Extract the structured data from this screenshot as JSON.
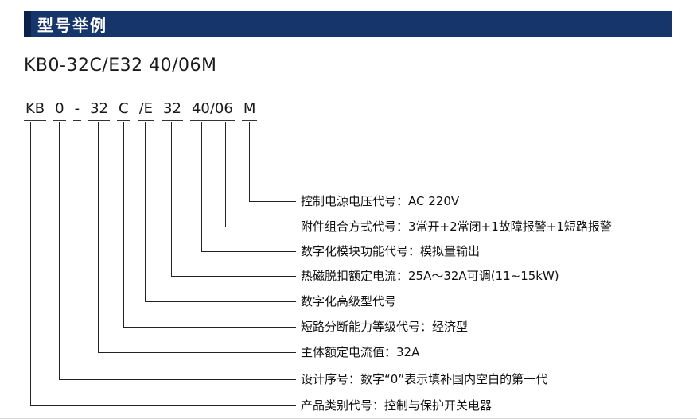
{
  "header": {
    "title": "型号举例"
  },
  "colors": {
    "header_bar": "#16356b",
    "header_accent": "#0b2148",
    "text": "#1a1a1a",
    "line": "#222222"
  },
  "model_title": "KB0-32C/E32 40/06M",
  "model_segments": [
    {
      "text": "KB"
    },
    {
      "text": "0"
    },
    {
      "text": "-"
    },
    {
      "text": "32"
    },
    {
      "text": "C"
    },
    {
      "text": "/E"
    },
    {
      "text": "32"
    },
    {
      "text": "40/06"
    },
    {
      "text": "M"
    }
  ],
  "labels": [
    "控制电源电压代号：AC 220V",
    "附件组合方式代号：3常开+2常闭+1故障报警+1短路报警",
    "数字化模块功能代号：模拟量输出",
    "热磁脱扣额定电流：25A～32A可调(11~15kW)",
    "数字化高级型代号",
    "短路分断能力等级代号：经济型",
    "主体额定电流值：32A",
    "设计序号：数字“0”表示填补国内空白的第一代",
    "产品类别代号：控制与保护开关电器"
  ]
}
